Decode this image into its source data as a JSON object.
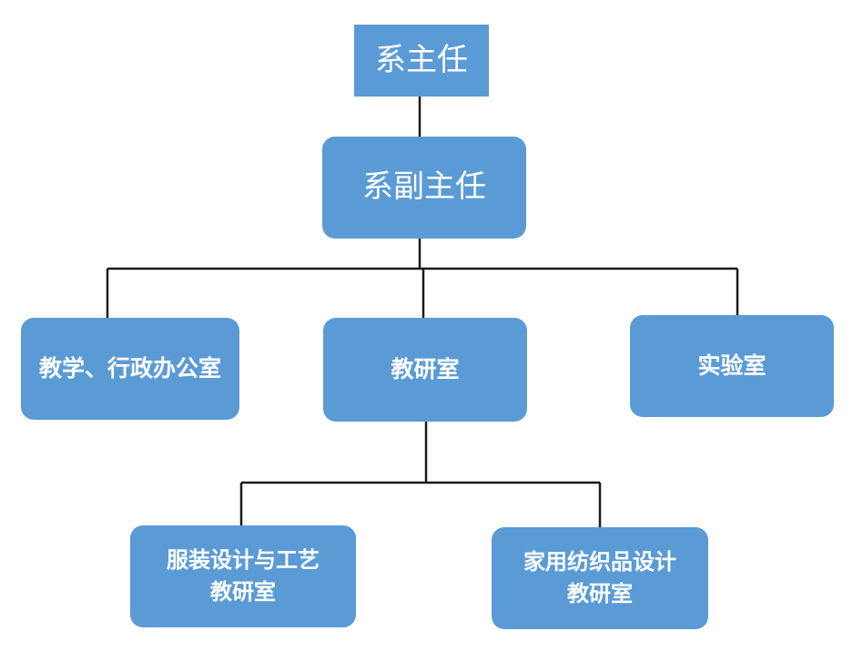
{
  "org_chart": {
    "root": {
      "label": "系主任"
    },
    "deputy": {
      "label": "系副主任"
    },
    "departments": [
      {
        "label": "教学、行政办公室"
      },
      {
        "label": "教研室"
      },
      {
        "label": "实验室"
      }
    ],
    "research_offices": [
      {
        "label": "服装设计与工艺\n教研室"
      },
      {
        "label": "家用纺织品设计\n教研室"
      }
    ],
    "colors": {
      "node_fill": "#5b9bd5",
      "node_text": "#ffffff",
      "connector": "#1a1a1a"
    }
  }
}
